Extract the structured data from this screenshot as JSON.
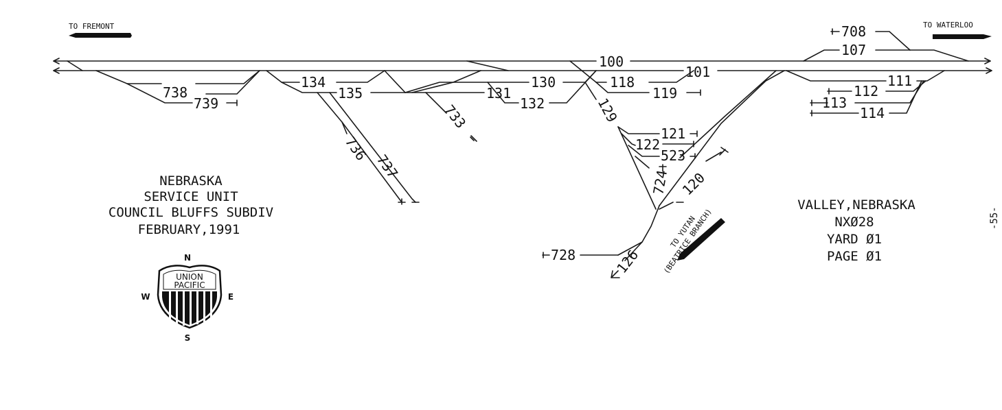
{
  "directions": {
    "to_fremont": "TO FREMONT",
    "to_waterloo": "TO WATERLOO",
    "to_yutan": "TO YUTAN",
    "beatrice_branch": "(BEATRICE BRANCH)"
  },
  "tracks": [
    {
      "id": "t100",
      "label": "100"
    },
    {
      "id": "t101",
      "label": "101"
    },
    {
      "id": "t107",
      "label": "107"
    },
    {
      "id": "t708",
      "label": "708"
    },
    {
      "id": "t111",
      "label": "111"
    },
    {
      "id": "t112",
      "label": "112"
    },
    {
      "id": "t113",
      "label": "113"
    },
    {
      "id": "t114",
      "label": "114"
    },
    {
      "id": "t118",
      "label": "118"
    },
    {
      "id": "t119",
      "label": "119"
    },
    {
      "id": "t120",
      "label": "120"
    },
    {
      "id": "t121",
      "label": "121"
    },
    {
      "id": "t122",
      "label": "122"
    },
    {
      "id": "t523",
      "label": "523"
    },
    {
      "id": "t129",
      "label": "129"
    },
    {
      "id": "t130",
      "label": "130"
    },
    {
      "id": "t131",
      "label": "131"
    },
    {
      "id": "t132",
      "label": "132"
    },
    {
      "id": "t134",
      "label": "134"
    },
    {
      "id": "t135",
      "label": "135"
    },
    {
      "id": "t733",
      "label": "733"
    },
    {
      "id": "t736",
      "label": "736"
    },
    {
      "id": "t737",
      "label": "737"
    },
    {
      "id": "t738",
      "label": "738"
    },
    {
      "id": "t739",
      "label": "739"
    },
    {
      "id": "t724",
      "label": "724"
    },
    {
      "id": "t728",
      "label": "728"
    },
    {
      "id": "t126",
      "label": "126"
    }
  ],
  "title_block_left": {
    "line1": "NEBRASKA",
    "line2": "SERVICE UNIT",
    "line3": "COUNCIL BLUFFS SUBDIV",
    "line4": "FEBRUARY,1991"
  },
  "title_block_right": {
    "line1": "VALLEY,NEBRASKA",
    "line2": "NXØ28",
    "line3": "YARD Ø1",
    "line4": "PAGE Ø1"
  },
  "page_number": "-55-",
  "logo": {
    "line1": "UNION",
    "line2": "PACIFIC"
  },
  "compass": {
    "n": "N",
    "s": "S",
    "e": "E",
    "w": "W"
  }
}
